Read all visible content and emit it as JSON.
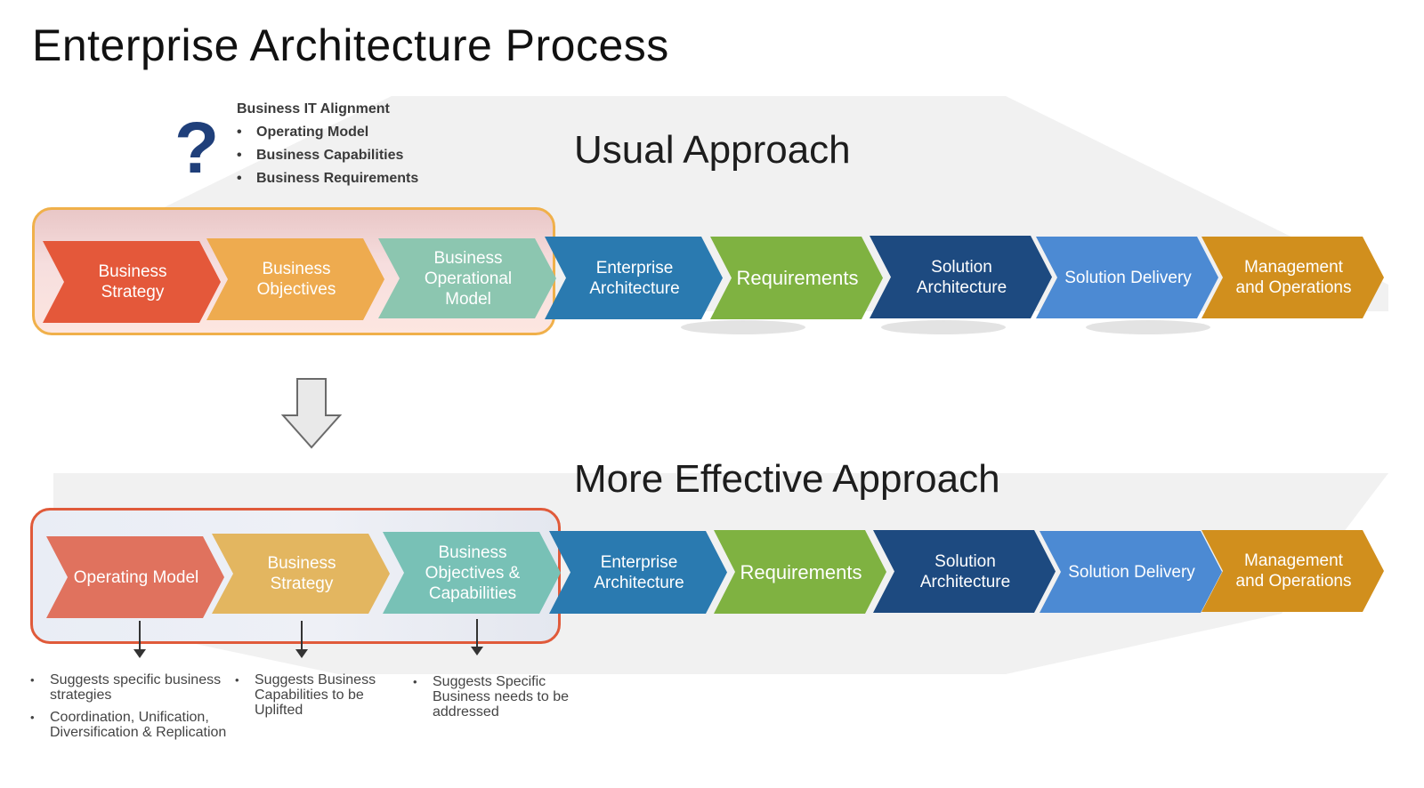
{
  "title": "Enterprise Architecture Process",
  "usual": {
    "heading": "Usual Approach",
    "question_mark": "?",
    "alignment": {
      "heading": "Business IT Alignment",
      "items": [
        "Operating Model",
        "Business Capabilities",
        "Business Requirements"
      ]
    },
    "steps": [
      {
        "label": "Business Strategy",
        "color": "#e4583a"
      },
      {
        "label": "Business Objectives",
        "color": "#eeab4f"
      },
      {
        "label": "Business Operational Model",
        "color": "#7dbfa8"
      },
      {
        "label": "Enterprise Architecture",
        "color": "#2a7ab0"
      },
      {
        "label": "Requirements",
        "color": "#7fb241"
      },
      {
        "label": "Solution Architecture",
        "color": "#1d4a80"
      },
      {
        "label": "Solution Delivery",
        "color": "#4c8ad3"
      },
      {
        "label": "Management and Operations",
        "color": "#d18f1d"
      }
    ]
  },
  "effective": {
    "heading": "More Effective Approach",
    "steps": [
      {
        "label": "Operating Model",
        "color": "#e0725e"
      },
      {
        "label": "Business Strategy",
        "color": "#e3b660"
      },
      {
        "label": "Business Objectives & Capabilities",
        "color": "#78c1b6"
      },
      {
        "label": "Enterprise Architecture",
        "color": "#2a7ab0"
      },
      {
        "label": "Requirements",
        "color": "#7fb241"
      },
      {
        "label": "Solution Architecture",
        "color": "#1d4a80"
      },
      {
        "label": "Solution Delivery",
        "color": "#4c8ad3"
      },
      {
        "label": "Management and Operations",
        "color": "#d18f1d"
      }
    ],
    "notes": [
      [
        "Suggests specific business strategies",
        "Coordination, Unification, Diversification & Replication"
      ],
      [
        "Suggests Business Capabilities to be Uplifted"
      ],
      [
        "Suggests Specific Business needs to be addressed"
      ]
    ]
  },
  "colors": {
    "usual_frame": "#f0b04a",
    "effective_frame": "#e05a3a",
    "band": "#f0f0f0"
  }
}
